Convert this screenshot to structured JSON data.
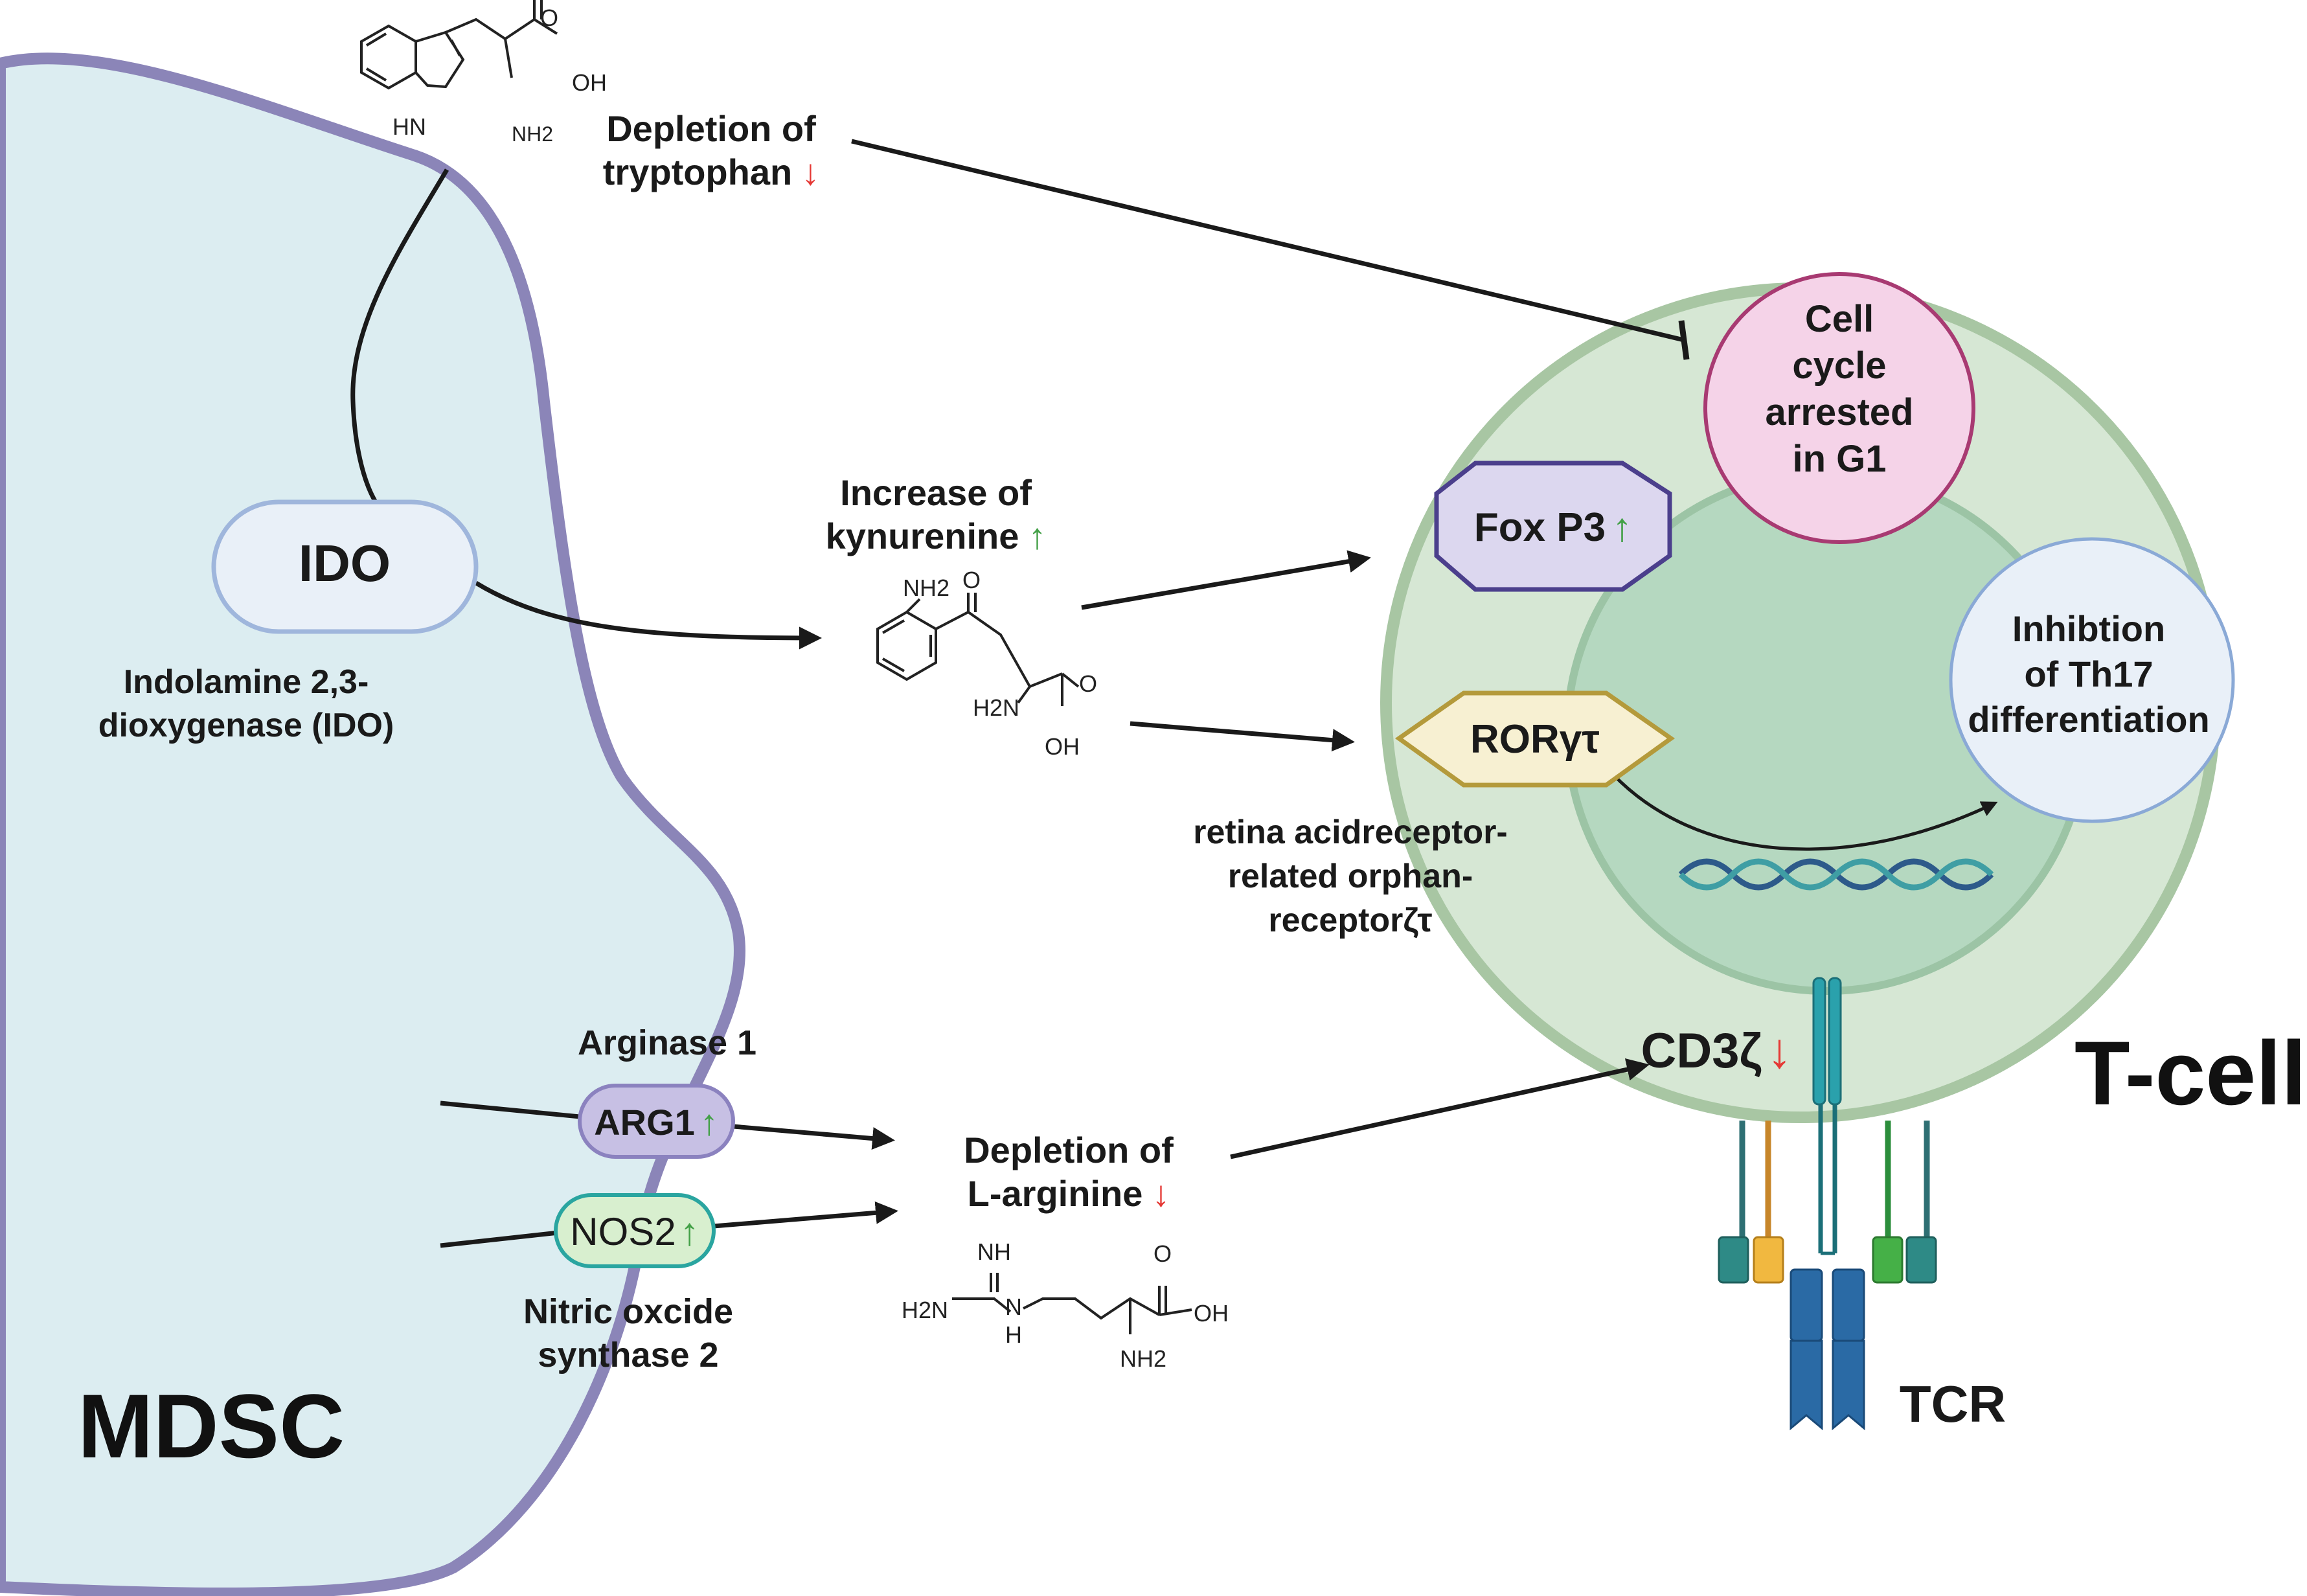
{
  "mdsc": {
    "label": "MDSC"
  },
  "tcell": {
    "label": "T-cell"
  },
  "tryptophan": {
    "atoms": {
      "o": "O",
      "oh": "OH",
      "hn": "HN",
      "nh2": "NH2"
    },
    "label_line1": "Depletion of",
    "label_line2": "tryptophan",
    "arrow": "↓"
  },
  "ido": {
    "name": "IDO",
    "full_line1": "Indolamine 2,3-",
    "full_line2": "dioxygenase (IDO)"
  },
  "kynurenine": {
    "label_line1": "Increase of",
    "label_line2": "kynurenine",
    "arrow": "↑",
    "atoms": {
      "nh2": "NH2",
      "o": "O",
      "h2n": "H2N",
      "oh": "OH"
    }
  },
  "cell_cycle": {
    "lines": [
      "Cell",
      "cycle",
      "arrested",
      "in G1"
    ]
  },
  "foxp3": {
    "label": "Fox P3",
    "arrow": "↑"
  },
  "ror": {
    "label": "RORγτ",
    "desc_line1": "retina acidreceptor-",
    "desc_line2": "related orphan-",
    "desc_line3": "receptorζτ"
  },
  "th17": {
    "lines": [
      "Inhibtion",
      "of Th17",
      "differentiation"
    ]
  },
  "arg1": {
    "title": "Arginase 1",
    "label": "ARG1",
    "arrow": "↑"
  },
  "nos2": {
    "label": "NOS2",
    "arrow": "↑",
    "desc_line1": "Nitric oxcide",
    "desc_line2": "synthase 2"
  },
  "arginine": {
    "label_line1": "Depletion of",
    "label_line2": "L-arginine",
    "arrow": "↓",
    "atoms": {
      "nh": "NH",
      "h2n": "H2N",
      "h": "H",
      "n": "N",
      "o": "O",
      "oh": "OH",
      "nh2": "NH2"
    }
  },
  "cd3": {
    "label": "CD3ζ",
    "arrow": "↓"
  },
  "tcr": {
    "label": "TCR"
  },
  "colors": {
    "mdsc_fill": "#dcedf1",
    "mdsc_border": "#8b85b8",
    "tcell_outer": "#d6e7d4",
    "tcell_border": "#a8c6a3",
    "nucleus": "#b5d8c0",
    "cell_cycle_fill": "#f5d3e8",
    "foxp3_fill": "#dcd7ef",
    "ror_fill": "#f7f0d2",
    "th17_fill": "#e9f0f8",
    "up": "#43a047",
    "down": "#e53935"
  }
}
